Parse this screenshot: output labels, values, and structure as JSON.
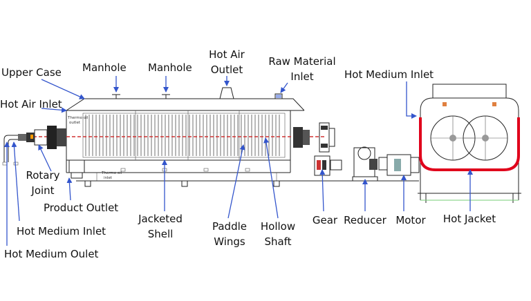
{
  "labels": {
    "upper_case": "Upper Case",
    "manhole_1": "Manhole",
    "manhole_2": "Manhole",
    "hot_air_outlet_1": "Hot Air",
    "hot_air_outlet_2": "Outlet",
    "raw_material_1": "Raw Material",
    "raw_material_2": "Inlet",
    "hot_medium_inlet_right": "Hot Medium Inlet",
    "hot_air_inlet": "Hot Air Inlet",
    "rotary_joint_1": "Rotary",
    "rotary_joint_2": "Joint",
    "product_outlet": "Product Outlet",
    "hot_medium_inlet_left": "Hot Medium Inlet",
    "hot_medium_outlet": "Hot Medium Oulet",
    "jacketed_shell_1": "Jacketed",
    "jacketed_shell_2": "Shell",
    "paddle_wings_1": "Paddle",
    "paddle_wings_2": "Wings",
    "hollow_shaft_1": "Hollow",
    "hollow_shaft_2": "Shaft",
    "gear": "Gear",
    "reducer": "Reducer",
    "motor": "Motor",
    "hot_jacket": "Hot Jacket"
  },
  "tags": {
    "thermo_oil_outlet_1": "Thermo oil",
    "thermo_oil_outlet_2": "outlet",
    "thermo_oil_inlet_1": "Thermo oil",
    "thermo_oil_inlet_2": "inlet"
  },
  "colors": {
    "arrow": "#3355cc",
    "jacket": "#e0001b",
    "shaft": "#d03030"
  }
}
